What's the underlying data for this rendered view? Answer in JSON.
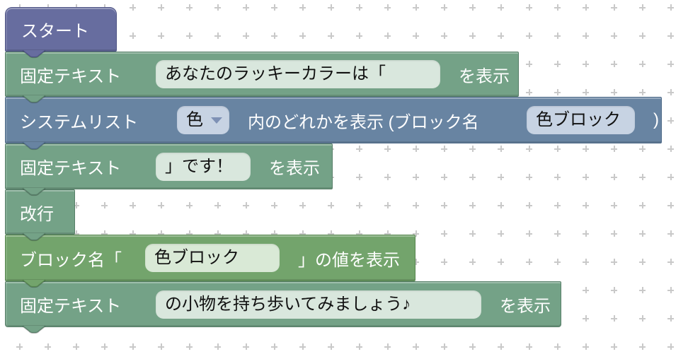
{
  "palette": {
    "start_block": "#676d9f",
    "fixed_text_block": "#74a287",
    "system_list_block": "#6884a2",
    "block_value_block": "#73a46c",
    "sage_field_bg": "#d9e7dd",
    "blue_field_bg": "#c7d3e3",
    "green_field_bg": "#d9e9d6",
    "grid_cross": "#c9c9c9",
    "label_text": "#ffffff",
    "field_text": "#111111"
  },
  "blocks": [
    {
      "label": "スタート"
    },
    {
      "label": "固定テキスト",
      "field": "あなたのラッキーカラーは「",
      "suffix": "を表示"
    },
    {
      "label": "システムリスト",
      "dropdown_value": "色",
      "middle": "内のどれかを表示 (ブロック名",
      "name_field": "色ブロック",
      "suffix": ")"
    },
    {
      "label": "固定テキスト",
      "field": "」です！",
      "suffix": "を表示"
    },
    {
      "label": "改行"
    },
    {
      "label": "ブロック名「",
      "field": "色ブロック",
      "suffix": "」の値を表示"
    },
    {
      "label": "固定テキスト",
      "field": "の小物を持ち歩いてみましょう♪",
      "suffix": "を表示"
    }
  ]
}
